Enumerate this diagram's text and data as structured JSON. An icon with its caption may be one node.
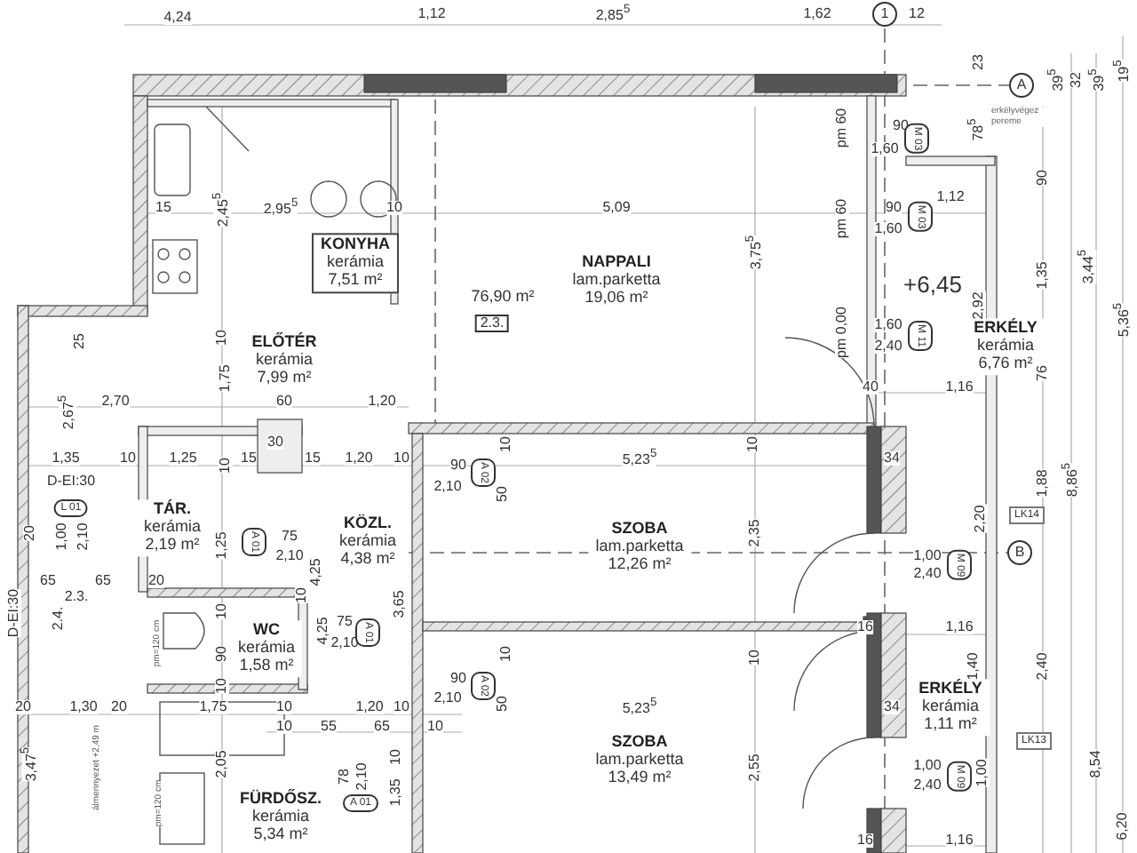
{
  "diagram": {
    "nodes": [
      {
        "text": [
          "KONYHA",
          "kerámia",
          "7,51 m²"
        ]
      },
      {
        "text": [
          "NAPPALI",
          "lam.parketta",
          "19,06 m²"
        ]
      },
      {
        "text": [
          "ELŐTÉR",
          "kerámia",
          "7,99 m²"
        ]
      },
      {
        "text": [
          "ERKÉLY",
          "kerámia",
          "6,76 m²"
        ]
      },
      {
        "text": [
          "TÁR.",
          "kerámia",
          "2,19 m²"
        ]
      },
      {
        "text": [
          "KÖZL.",
          "kerámia",
          "4,38 m²"
        ]
      },
      {
        "text": [
          "SZOBA",
          "lam.parketta",
          "12,26 m²"
        ]
      },
      {
        "text": [
          "WC",
          "kerámia",
          "1,58 m²"
        ]
      },
      {
        "text": [
          "ERKÉLY",
          "kerámia",
          "1,11 m²"
        ]
      },
      {
        "text": [
          "FÜRDŐSZ.",
          "kerámia",
          "5,34 m²"
        ]
      },
      {
        "text": [
          "SZOBA",
          "lam.parketta",
          "13,49 m²"
        ]
      }
    ],
    "labels": [
      "4,24",
      "1,12",
      "2,85$^{5}$",
      "1,62",
      "1",
      "12",
      "23",
      "A",
      "39$^{5}$",
      "32",
      "39$^{5}$",
      "19$^{5}$",
      "erkélyvégez pereme",
      "pm 60",
      "90",
      "1,60",
      "M 03",
      "78$^{5}$",
      "90",
      "15",
      "2,45$^{5}$",
      "2,95$^{5}$",
      "10",
      "5,09",
      "pm 60",
      "90",
      "1,60",
      "M 03",
      "1,12",
      "1,35",
      "3,44$^{5}$",
      "3,75$^{5}$",
      "+6,45",
      "2,92",
      "5,36$^{5}$",
      "76,90 m²",
      "2.3.",
      "25",
      "10",
      "pm 0,00",
      "1,60",
      "2,40",
      "M 11",
      "76",
      "2,67$^{5}$",
      "2,70",
      "1,75",
      "60",
      "1,20",
      "40",
      "1,16",
      "1,35",
      "10",
      "1,25",
      "10",
      "15",
      "30",
      "15",
      "1,20",
      "10",
      "10",
      "5,23$^{5}$",
      "10",
      "34",
      "1,88",
      "8,86$^{5}$",
      "90",
      "2,10",
      "A 02",
      "50",
      "D-EI:30",
      "L 01",
      "1,00",
      "2,10",
      "2,20",
      "LK14",
      "2,35",
      "1,25",
      "A 01",
      "75",
      "2,10",
      "1,00",
      "2,40",
      "M 09",
      "B",
      "20",
      "65",
      "65",
      "20",
      "D-EI:30",
      "2.3.",
      "2.4.",
      "4,25",
      "10",
      "3,65",
      "4,25",
      "75",
      "2,10",
      "A 01",
      "10",
      "90",
      "pm=120 cm",
      "10",
      "90",
      "2,10",
      "A 02",
      "50",
      "16",
      "1,16",
      "1,40",
      "2,40",
      "10",
      "20",
      "1,30",
      "20",
      "1,75",
      "10",
      "10",
      "1,20",
      "10",
      "10",
      "55",
      "65",
      "10",
      "5,23$^{5}$",
      "34",
      "LK13",
      "3,47$^{5}$",
      "álmennyezet +2,49 m",
      "2,05",
      "78",
      "2,10",
      "A 01",
      "10",
      "1,35",
      "pm=120 cm",
      "2,55",
      "1,00",
      "2,40",
      "M 09",
      "1,00",
      "8,54",
      "6,20",
      "16",
      "1,16"
    ]
  }
}
